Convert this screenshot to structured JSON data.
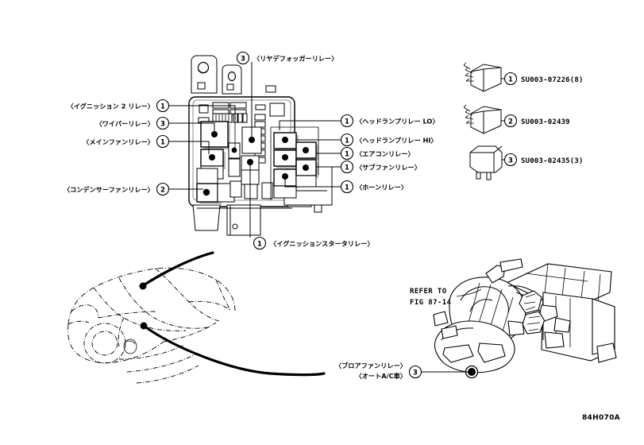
{
  "drawing": {
    "number": "84H070A",
    "title_note": "REFER TO",
    "title_note2": "FIG 87-14"
  },
  "fusebox_callouts": {
    "top": [
      {
        "id": "rear-defogger-relay",
        "num": "3",
        "label": "〈リヤデフォッガーリレー〉"
      }
    ],
    "left": [
      {
        "id": "ignition-2-relay",
        "num": "1",
        "label": "〈イグニッション 2 リレー〉"
      },
      {
        "id": "wiper-relay",
        "num": "3",
        "label": "〈ワイパーリレー〉"
      },
      {
        "id": "main-fan-relay",
        "num": "1",
        "label": "〈メインファンリレー〉"
      },
      {
        "id": "condenser-fan-relay",
        "num": "2",
        "label": "〈コンデンサーファンリレー〉"
      }
    ],
    "right": [
      {
        "id": "headlamp-relay-lo",
        "num": "1",
        "label": "〈ヘッドランプリレー LO〉"
      },
      {
        "id": "headlamp-relay-hi",
        "num": "1",
        "label": "〈ヘッドランプリレー HI〉"
      },
      {
        "id": "air-con-relay",
        "num": "1",
        "label": "〈エアコンリレー〉"
      },
      {
        "id": "sub-fan-relay",
        "num": "1",
        "label": "〈サブファンリレー〉"
      },
      {
        "id": "horn-relay",
        "num": "1",
        "label": "〈ホーンリレー〉"
      }
    ],
    "bottom": [
      {
        "id": "ignition-starter-relay",
        "num": "1",
        "label": "〈イグニッションスタータリレー〉"
      }
    ]
  },
  "parts_legend": [
    {
      "num": "1",
      "part_number": "SU003-07226(8)",
      "icon": "relay-angled-icon"
    },
    {
      "num": "2",
      "part_number": "SU003-02439",
      "icon": "relay-angled-icon"
    },
    {
      "num": "3",
      "part_number": "SU003-02435(3)",
      "icon": "relay-cube-icon"
    }
  ],
  "blower": {
    "callout_num": "3",
    "label_line1": "〈ブロアファンリレー〉",
    "label_line2": "〈オートA/C車〉"
  },
  "colors": {
    "ink": "#000000",
    "paper": "#ffffff",
    "shadow": "#bcbcbc"
  }
}
